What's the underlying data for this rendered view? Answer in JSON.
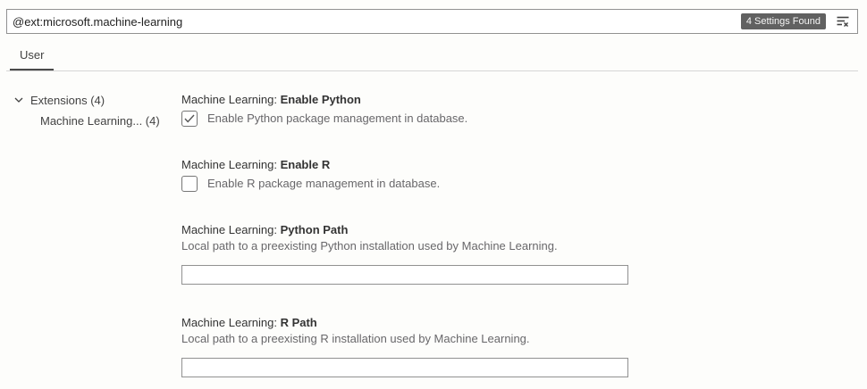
{
  "search": {
    "value": "@ext:microsoft.machine-learning",
    "badge": "4 Settings Found",
    "clear_icon": "clear-filter-icon"
  },
  "tabs": [
    {
      "label": "User",
      "active": true
    }
  ],
  "toc": {
    "root_label": "Extensions (4)",
    "child_label": "Machine Learning... (4)"
  },
  "settings": [
    {
      "category": "Machine Learning: ",
      "name": "Enable Python",
      "type": "checkbox",
      "checked": true,
      "description": "Enable Python package management in database."
    },
    {
      "category": "Machine Learning: ",
      "name": "Enable R",
      "type": "checkbox",
      "checked": false,
      "description": "Enable R package management in database."
    },
    {
      "category": "Machine Learning: ",
      "name": "Python Path",
      "type": "text",
      "value": "",
      "description": "Local path to a preexisting Python installation used by Machine Learning."
    },
    {
      "category": "Machine Learning: ",
      "name": "R Path",
      "type": "text",
      "value": "",
      "description": "Local path to a preexisting R installation used by Machine Learning."
    }
  ],
  "colors": {
    "badge_background": "#616161",
    "badge_foreground": "#f6f6f6",
    "input_border": "#919191",
    "active_tab_underline": "#4a4a4a",
    "description_text": "#68676a"
  }
}
